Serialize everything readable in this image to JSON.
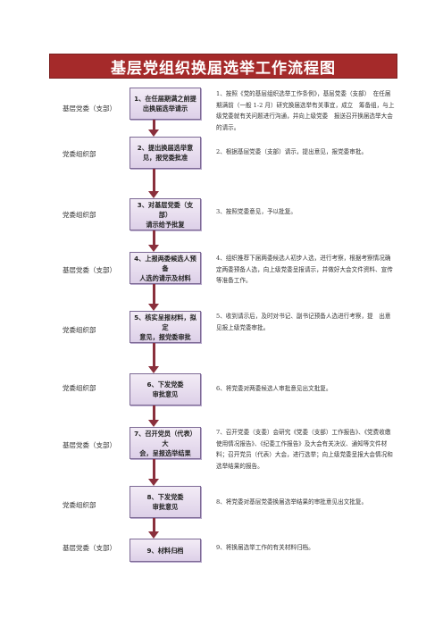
{
  "title": "基层党组织换届选举工作流程图",
  "colors": {
    "title_bg": "#a52a2a",
    "connector": "#8a2f3c",
    "step_border": "#7d6a95"
  },
  "steps": [
    {
      "dept": "基层党委（支部）",
      "box": "1、在任届期满之前提\n出换届选举请示",
      "desc": "1、按照《党的基层组织选举工作条例》，基层党委（支部）　在任届期满前（一般 1-2 月）研究换届选举有关事宜，成立　筹备组，与上级党委就有关问题进行沟通，并向上级党委　报送召开换届选举大会的请示。"
    },
    {
      "dept": "党委组织部",
      "box": "2、提出换届选举意\n见，报党委批准",
      "desc": "2、根据基层党委（支部）请示，提出意见，报党委审批。"
    },
    {
      "dept": "党委组织部",
      "box": "3、对基层党委（支部）\n请示给予批复",
      "desc": "3、按照党委意见，予以批复。"
    },
    {
      "dept": "基层党委（支部）",
      "box": "4、上报两委候选人预备\n人选的请示及材料",
      "desc": "4、组织推荐下届两委候选人初步人选，进行考察，根据考察情况确定两委预备人选，向上级党委呈报请示，并做好大会文件资料、宣传等准备工作。"
    },
    {
      "dept": "党委组织部",
      "box": "5、核实呈报材料，拟定\n意见，报党委审批",
      "desc": "5、收到请示后，及时对书记、副书记预备人选进行考察，提　出意见报上级党委审批。"
    },
    {
      "dept": "党委组织部",
      "box": "6、下发党委\n审批意见",
      "desc": "6、将党委对两委候选人审批意见出文批复。"
    },
    {
      "dept": "基层党委（支部）",
      "box": "7、召开党员（代表）大\n会，呈报选举结果",
      "desc": "7、召开党委（支委）会研究《党委（支部）工作报告》、《党费收缴使用情况报告》、《纪委工作报告》及大会有关决议、通知等文件材料；召开党员（代表）大会，进行选举；向上级党委呈报大会情况和选举结果的报告。"
    },
    {
      "dept": "党委组织部",
      "box": "8、下发党委\n审批意见",
      "desc": "8、将党委对基层党委换届选举结果的审批意见出文批复。"
    },
    {
      "dept": "基层党委（支部）",
      "box": "9、材料归档",
      "desc": "9、将换届选举工作的有关材料归档。"
    }
  ]
}
